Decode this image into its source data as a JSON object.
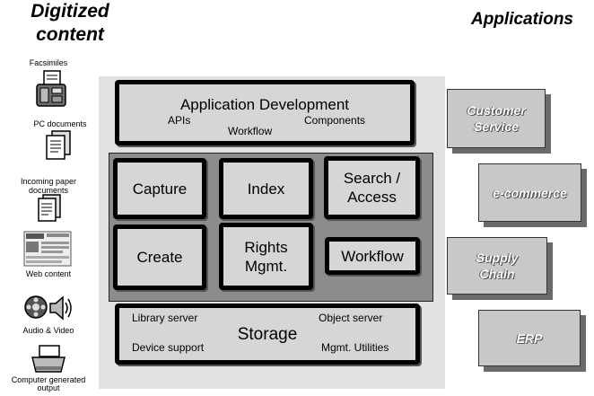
{
  "headings": {
    "left_line1": "Digitized",
    "left_line2": "content",
    "right": "Applications"
  },
  "sources": [
    {
      "label": "Facsimiles",
      "icon": "fax-icon"
    },
    {
      "label": "PC documents",
      "icon": "pc-documents-icon"
    },
    {
      "label_line1": "Incoming paper",
      "label_line2": "documents",
      "icon": "paper-documents-icon"
    },
    {
      "label": "Web content",
      "icon": "web-content-icon"
    },
    {
      "label": "Audio & Video",
      "icon": "audio-video-icon"
    },
    {
      "label_line1": "Computer generated",
      "label_line2": "output",
      "icon": "computer-output-icon"
    }
  ],
  "app_dev": {
    "title": "Application Development",
    "apis": "APIs",
    "workflow": "Workflow",
    "components": "Components"
  },
  "modules": {
    "capture": "Capture",
    "index": "Index",
    "search_line1": "Search /",
    "search_line2": "Access",
    "create": "Create",
    "rights_line1": "Rights",
    "rights_line2": "Mgmt.",
    "workflow": "Workflow"
  },
  "storage": {
    "title": "Storage",
    "library_server": "Library server",
    "object_server": "Object server",
    "device_support": "Device support",
    "mgmt_utilities": "Mgmt. Utilities"
  },
  "applications": [
    {
      "line1": "Customer",
      "line2": "Service"
    },
    {
      "line1": "e-commerce",
      "line2": ""
    },
    {
      "line1": "Supply",
      "line2": "Chain"
    },
    {
      "line1": "ERP",
      "line2": ""
    }
  ],
  "colors": {
    "platform_bg": "#e2e2e2",
    "middle_bg": "#8c8c8c",
    "box_bg": "#d6d6d6",
    "app_bg": "#c8c8c8"
  }
}
